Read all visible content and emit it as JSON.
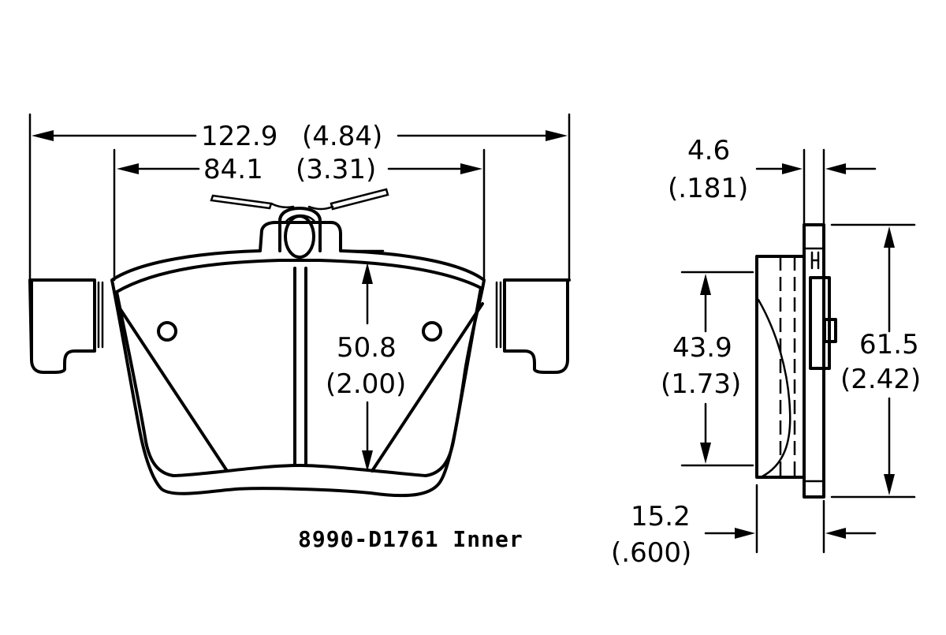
{
  "caption": "8990-D1761 Inner",
  "front_view": {
    "overall_width": {
      "mm": "122.9",
      "in": "(4.84)"
    },
    "inner_width": {
      "mm": "84.1",
      "in": "(3.31)"
    },
    "pad_height": {
      "mm": "50.8",
      "in": "(2.00)"
    }
  },
  "side_view": {
    "backplate_thickness": {
      "mm": "4.6",
      "in": "(.181)"
    },
    "friction_height": {
      "mm": "43.9",
      "in": "(1.73)"
    },
    "overall_height": {
      "mm": "61.5",
      "in": "(2.42)"
    },
    "overall_thickness": {
      "mm": "15.2",
      "in": "(.600)"
    }
  },
  "colors": {
    "line": "#000000",
    "background": "#ffffff"
  }
}
